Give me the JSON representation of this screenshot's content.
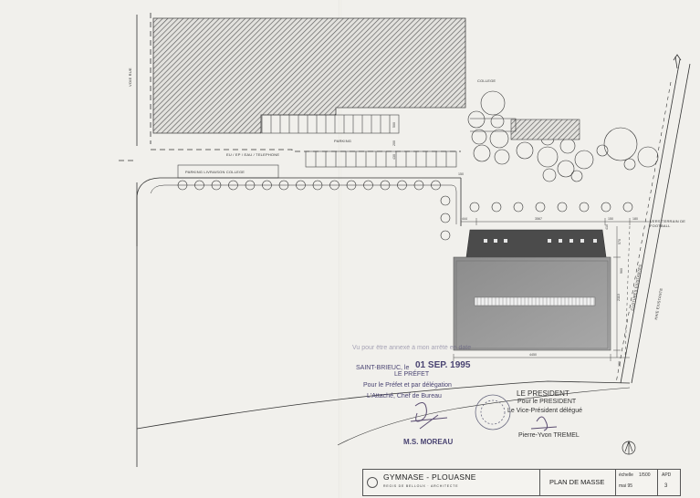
{
  "plan": {
    "labels": {
      "voie_rue": "VOIE RUE",
      "college": "COLLEGE",
      "parking": "PARKING",
      "reseaux": "EU / EP / EAU / TELEPHONE",
      "parking_livraison": "PARKING LIVRAISON COLLEGE",
      "vers_terrain": "VERS TERRAIN DE FOOTBALL",
      "clotures": "CLOTURES EXISTANTES",
      "haie": "HAIE EXISTANTE"
    },
    "dimensions": {
      "d444": "444",
      "d3567": "3567",
      "d150": "150",
      "d180": "180",
      "d4450": "4450",
      "d2110": "2110",
      "d150b": "150",
      "d570": "570",
      "d960": "960",
      "d180b": "180",
      "d500": "500",
      "d430": "430",
      "d200": "200",
      "d410": "410"
    }
  },
  "stamps": {
    "prefect_line1": "Vu pour être annexé à mon arrêté en date",
    "prefect_place": "SAINT-BRIEUC, le",
    "prefect_date": "01 SEP. 1995",
    "prefect_title": "LE PRÉFET",
    "prefect_delegation": "Pour le Préfet et par délégation",
    "prefect_attache": "L'Attaché, Chef de Bureau",
    "prefect_signatory": "M.S. MOREAU",
    "president_title": "LE PRESIDENT",
    "president_pour": "Pour le PRESIDENT",
    "president_vice": "Le Vice-Président délégué",
    "president_name": "Pierre-Yvon TREMEL"
  },
  "title_block": {
    "project": "GYMNASE - PLOUASNE",
    "architect": "REGIS DE BELLOUX · ARCHITECTE",
    "drawing": "PLAN DE MASSE",
    "scale_label": "échelle",
    "scale_value": "1/500",
    "date": "mai 95",
    "sheet_code": "APD",
    "sheet_number": "3"
  },
  "colors": {
    "paper": "#f1f0ec",
    "line": "#333333",
    "hatch": "#555555",
    "building_dark": "#4b4b4b",
    "building_roof": "#9b9b9b",
    "stamp_ink": "#4a4472"
  }
}
